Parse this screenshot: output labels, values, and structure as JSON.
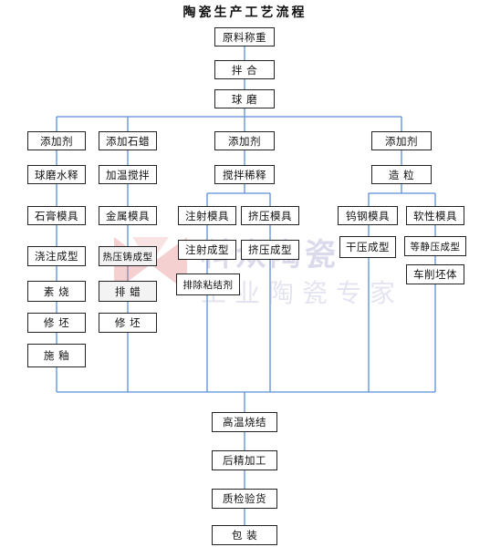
{
  "title": "陶瓷生产工艺流程",
  "watermark": {
    "big": "科众陶瓷",
    "small": "工业陶瓷专家"
  },
  "nodes": {
    "raw": "原料称重",
    "mix": "拌 合",
    "ball": "球 磨",
    "a_add": "添加剂",
    "a_mill": "球磨水释",
    "a_mold": "石膏模具",
    "a_cast": "浇注成型",
    "a_biscuit": "素 烧",
    "a_trim": "修 坯",
    "a_glaze": "施 釉",
    "b_add": "添加石蜡",
    "b_heat": "加温搅拌",
    "b_mold": "金属模具",
    "b_hotpress": "热压铸成型",
    "b_dewax": "排 蜡",
    "b_trim": "修 坯",
    "c_add": "添加剂",
    "c_stir": "搅拌稀释",
    "c_injmold": "注射模具",
    "c_inj": "注射成型",
    "c_remove": "排除粘结剂",
    "c_extmold": "挤压模具",
    "c_ext": "挤压成型",
    "d_add": "添加剂",
    "d_gran": "造 粒",
    "d_steel": "钨钢模具",
    "d_dry": "干压成型",
    "d_soft": "软性模具",
    "d_iso": "等静压成型",
    "d_lathe": "车削坯体",
    "sinter": "高温烧结",
    "post": "后精加工",
    "qc": "质检验货",
    "pack": "包 装"
  }
}
